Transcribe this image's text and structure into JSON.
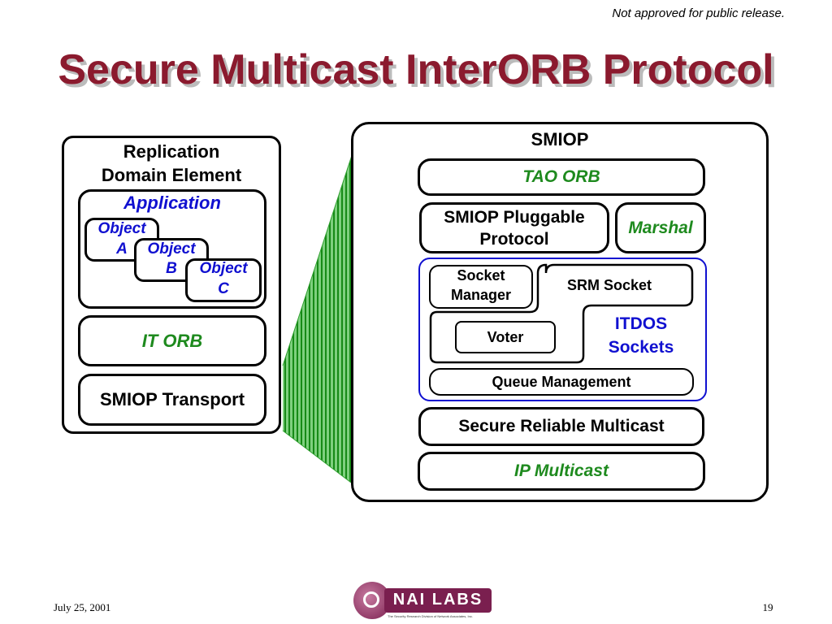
{
  "header": {
    "notice": "Not approved for public release.",
    "title": "Secure Multicast InterORB Protocol"
  },
  "left": {
    "heading_line1": "Replication",
    "heading_line2": "Domain Element",
    "application": "Application",
    "object_a_1": "Object",
    "object_a_2": "A",
    "object_b_1": "Object",
    "object_b_2": "B",
    "object_c_1": "Object",
    "object_c_2": "C",
    "it_orb": "IT ORB",
    "smiop_transport": "SMIOP Transport"
  },
  "right": {
    "heading": "SMIOP",
    "tao_orb": "TAO ORB",
    "pluggable_1": "SMIOP Pluggable",
    "pluggable_2": "Protocol",
    "marshal": "Marshal",
    "socket_manager_1": "Socket",
    "socket_manager_2": "Manager",
    "srm_socket": "SRM Socket",
    "voter": "Voter",
    "itdos_1": "ITDOS",
    "itdos_2": "Sockets",
    "queue_management": "Queue Management",
    "secure_reliable_multicast": "Secure Reliable Multicast",
    "ip_multicast": "IP Multicast"
  },
  "footer": {
    "date": "July 25, 2001",
    "logo_text": "NAI LABS",
    "logo_subtext": "The Security Research Division of Network Associates, Inc.",
    "page_number": "19"
  },
  "colors": {
    "title": "#8b1a2e",
    "green": "#1e8a1e",
    "blue": "#1010d0",
    "connector": "#2e9e2e"
  }
}
